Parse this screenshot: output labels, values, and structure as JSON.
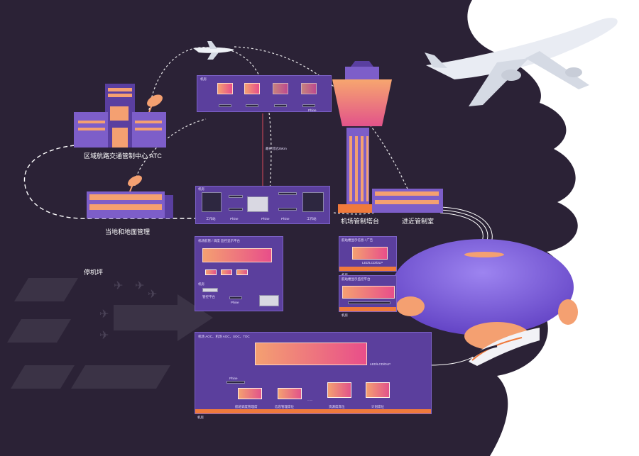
{
  "labels": {
    "atc_center": "区域航路交通管制中心 ATC",
    "local_ground": "当地和地面管理",
    "tower": "机场管制塔台",
    "approach": "进近管制室",
    "apron": "停机坪"
  },
  "top_panel": {
    "header": "机房",
    "device": "Phine"
  },
  "link_label": "最长可达25Km",
  "machine_room": {
    "header": "机房",
    "workstation_left": "工作站",
    "workstation_right": "工作站",
    "device_a": "Phine",
    "device_b": "Phine",
    "device_c": "Phine"
  },
  "apron_panel": {
    "title": "机场航管 / 调度  监控显示平台",
    "mid_header": "机房",
    "mid_label": "管控平台",
    "device": "Phine"
  },
  "approach_panel": {
    "title": "航站楼显示信息 / 广告",
    "display_label": "LED/LCD/DLP",
    "footer": "机房"
  },
  "approach_panel2": {
    "title": "航站楼显示监控平台",
    "footer": "机房"
  },
  "bottom_panel": {
    "title": "机场 AOC、机场 AOC、SOC、TOC",
    "display_label": "LED/LCD/DLP",
    "device": "Phine",
    "footer": "机房",
    "seats": [
      "航班调度管理席",
      "信息管理席位",
      "资源席席位",
      "计划席位"
    ],
    "dots": "......"
  },
  "colors": {
    "background": "#2b2236",
    "panel": "#5b3f9d",
    "accent_orange": "#f07a3c",
    "accent_pink": "#e84e8a",
    "cloud": "#ffffff"
  }
}
